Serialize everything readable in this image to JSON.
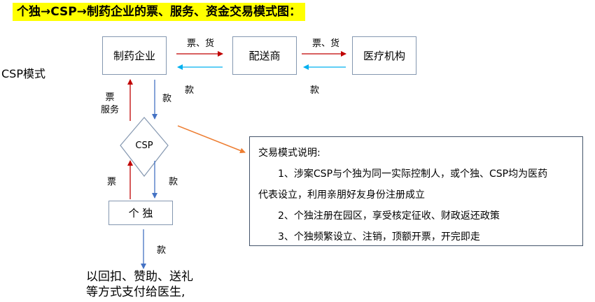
{
  "title": "个独→CSP→制药企业的票、服务、资金交易模式图：",
  "side_label": "CSP模式",
  "nodes": {
    "pharma": "制药企业",
    "distributor": "配送商",
    "hospital": "医疗机构",
    "csp": "CSP",
    "individual": "个 独"
  },
  "edges": {
    "pharma_to_distributor": "票、货",
    "distributor_to_hospital": "票、货",
    "distributor_to_pharma": "款",
    "hospital_to_distributor": "款",
    "csp_to_pharma_line1": "票",
    "csp_to_pharma_line2": "服务",
    "pharma_to_csp": "款",
    "individual_to_csp": "票",
    "csp_to_individual": "款",
    "individual_out": "款"
  },
  "notes": {
    "heading": "交易模式说明:",
    "item1_line1": "1、涉案CSP与个独为同一实际控制人，或个独、CSP均为医药",
    "item1_line2": "代表设立，利用亲朋好友身份注册成立",
    "item2": "2、个独注册在园区，享受核定征收、财政返还政策",
    "item3": "3、个独频繁设立、注销，顶额开票，开完即走"
  },
  "bottom_text_line1": "以回扣、赞助、送礼",
  "bottom_text_line2": "等方式支付给医生,",
  "colors": {
    "highlight": "#ffff00",
    "arrow_red": "#c00000",
    "arrow_blue": "#4472c4",
    "arrow_cyan": "#00b0f0",
    "arrow_orange": "#ed7d31",
    "box_border": "#8497b0"
  }
}
